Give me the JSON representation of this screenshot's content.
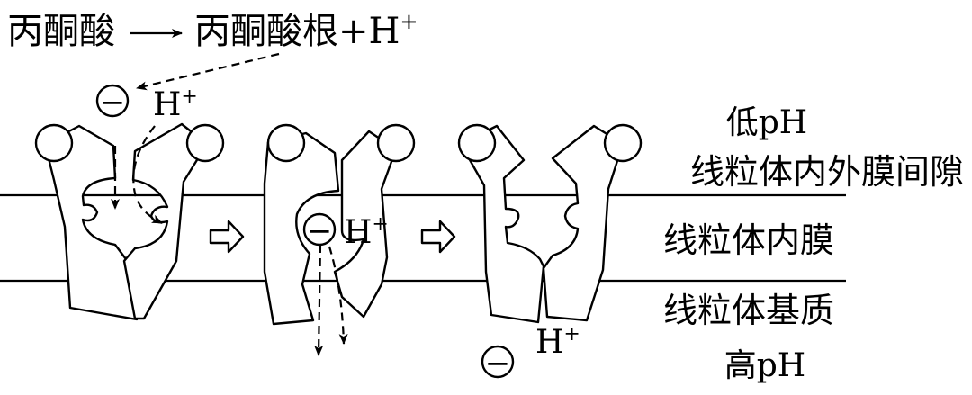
{
  "equation": {
    "reactant": "丙酮酸",
    "product": "丙酮酸根+H",
    "superscript": "+"
  },
  "ions": {
    "minus_sign": "−",
    "proton": "H",
    "superscript": "+"
  },
  "labels": {
    "low_ph": "低pH",
    "intermembrane_space": "线粒体内外膜间隙",
    "inner_membrane": "线粒体内膜",
    "matrix": "线粒体基质",
    "high_ph": "高pH"
  }
}
